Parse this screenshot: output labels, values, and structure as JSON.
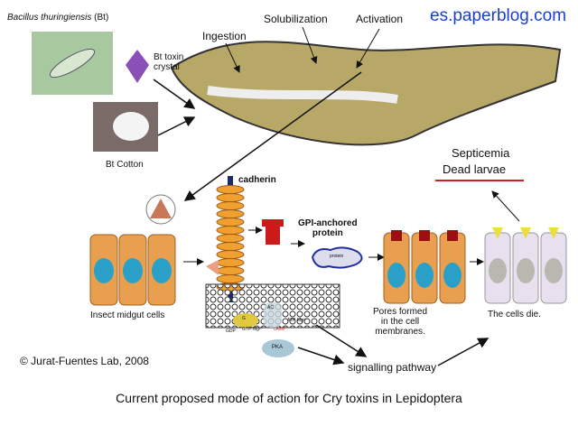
{
  "watermark": "es.paperblog.com",
  "labels": {
    "bt": "Bacillus thuringiensis",
    "bt_suffix": " (Bt)",
    "crystal": "Bt toxin\ncrystal",
    "cotton": "Bt Cotton",
    "ingestion": "Ingestion",
    "solubilization": "Solubilization",
    "activation": "Activation",
    "septicemia": "Septicemia",
    "dead": "Dead larvae",
    "cadherin": "cadherin",
    "gpi": "GPI-anchored\nprotein",
    "protein": "protein",
    "midgut": "Insect midgut cells",
    "pores": "Pores formed\nin the cell\nmembranes.",
    "die": "The cells die.",
    "copyright": "© Jurat-Fuentes Lab, 2008",
    "signalling": "signalling pathway",
    "g": "G",
    "gdp": "GDP",
    "gtp": "GTP·Mg²⁺",
    "ac": "AC",
    "atp": "ATP·Mg²⁺",
    "camp": "cAMP",
    "pka": "PKA"
  },
  "caption": "Current proposed mode of action for Cry toxins in Lepidoptera",
  "colors": {
    "watermark": "#1a3fd0",
    "underline": "#cc2222",
    "cell": "#e8a050",
    "nucleus": "#2aa0c8",
    "cadherin": "#f0a030",
    "pore": "#cc1a1a"
  }
}
